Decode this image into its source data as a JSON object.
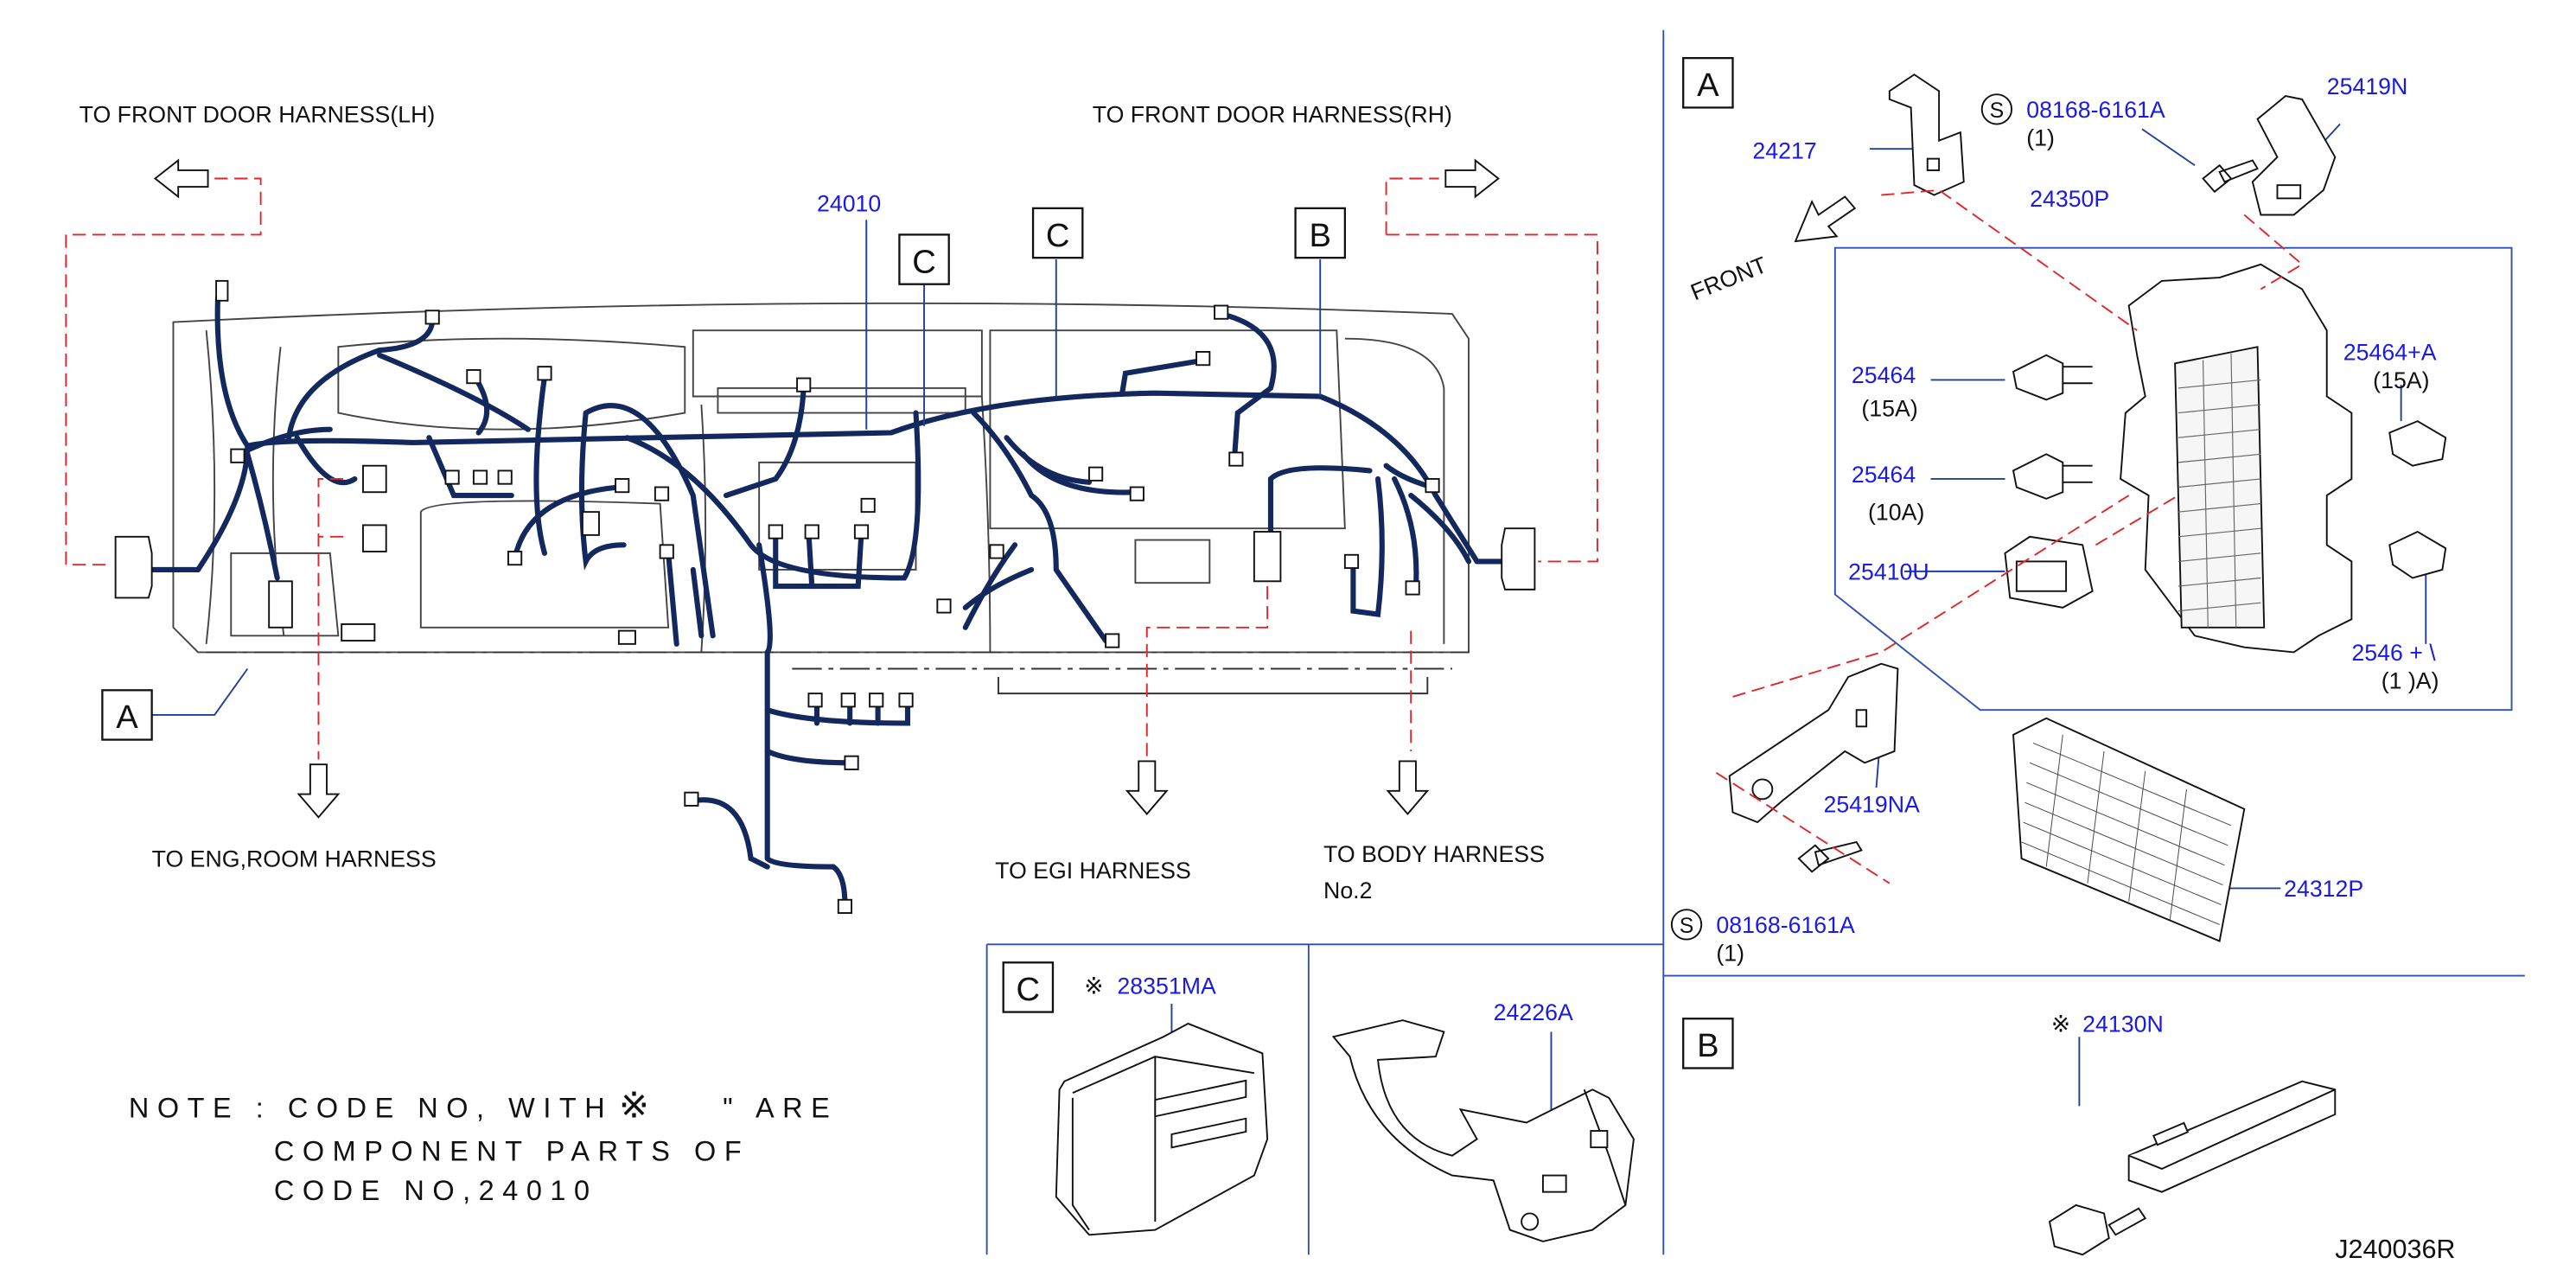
{
  "labels": {
    "to_front_door_lh": "TO  FRONT  DOOR  HARNESS(LH)",
    "to_front_door_rh": "TO  FRONT  DOOR  HARNESS(RH)",
    "to_eng_room": "TO  ENG,ROOM  HARNESS",
    "to_egi": "TO  EGI  HARNESS",
    "to_body_line1": "TO  BODY  HARNESS",
    "to_body_line2": "No.2",
    "front": "FRONT"
  },
  "callouts": {
    "A": "A",
    "B": "B",
    "C": "C"
  },
  "parts": {
    "p24010": "24010",
    "p24217": "24217",
    "p08168_top": "08168-6161A",
    "p08168_top_qty": "(1)",
    "p25419N": "25419N",
    "p24350P": "24350P",
    "p25464_15": "25464",
    "p25464_15_rating": "(15A)",
    "p25464_10": "25464",
    "p25464_10_rating": "(10A)",
    "p25464A_15": "25464+A",
    "p25464A_15_rating": "(15A)",
    "p25464A_10": "2546  + \\",
    "p25464A_10_rating": "(1 )A)",
    "p25410U": "25410U",
    "p25419NA": "25419NA",
    "p24312P": "24312P",
    "p08168_bot": "08168-6161A",
    "p08168_bot_qty": "(1)",
    "p28351MA": "28351MA",
    "p24226A": "24226A",
    "p24130N": "24130N",
    "s_mark": "S",
    "star_mark": "※"
  },
  "note": {
    "line1_a": "NOTE  :  CODE  NO,  WITH",
    "line1_b": "\"  ARE",
    "line2": "COMPONENT  PARTS  OF",
    "line3": "CODE  NO,24010"
  },
  "drawing_id": "J240036R",
  "colors": {
    "harness": "#13295e",
    "callout_line": "#1f3f9a",
    "leader_red": "#e0262b",
    "part_blue": "#1a1ae6",
    "frame_line": "#2f4fb5"
  }
}
